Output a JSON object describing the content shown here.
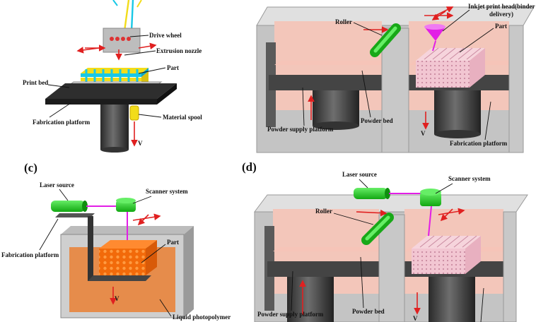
{
  "panels": {
    "a": {
      "label": "",
      "drive_wheel": "Drive wheel",
      "extrusion_nozzle": "Extrusion nozzle",
      "part": "Part",
      "print_bed": "Print bed",
      "fabrication_platform": "Fabrication platform",
      "material_spool": "Material spool",
      "axis_v": "V"
    },
    "b": {
      "label": "",
      "roller": "Roller",
      "inkjet_head": "Inkjet print head(binder",
      "inkjet_head_2": "delivery)",
      "part": "Part",
      "powder_bed": "Powder bed",
      "powder_supply_platform": "Powder supply platform",
      "fabrication_platform": "Fabrication platform",
      "axis_v": "V"
    },
    "c": {
      "label": "(c)",
      "laser_source": "Laser source",
      "scanner_system": "Scanner system",
      "fabrication_platform": "Fabrication platform",
      "part": "Part",
      "liquid_photopolymer": "Liquid photopolymer",
      "axis_v": "V"
    },
    "d": {
      "label": "(d)",
      "laser_source": "Laser source",
      "scanner_system": "Scanner system",
      "roller": "Roller",
      "powder_supply_platform": "Powder supply platform",
      "powder_bed": "Powder bed",
      "axis_v": "V"
    }
  },
  "colors": {
    "filament_yellow": "#f2dc1a",
    "filament_cyan": "#18c8e6",
    "roller_green": "#22cc22",
    "inkjet_magenta": "#e21ee6",
    "powder_pink": "#f0c0b4",
    "part_pink": "#f2c6d2",
    "resin_orange": "#e8843c",
    "part_orange": "#f26a0a",
    "wall_grey": "#c8c8c8",
    "platform_dark": "#444444",
    "arrow_red": "#e02020"
  }
}
